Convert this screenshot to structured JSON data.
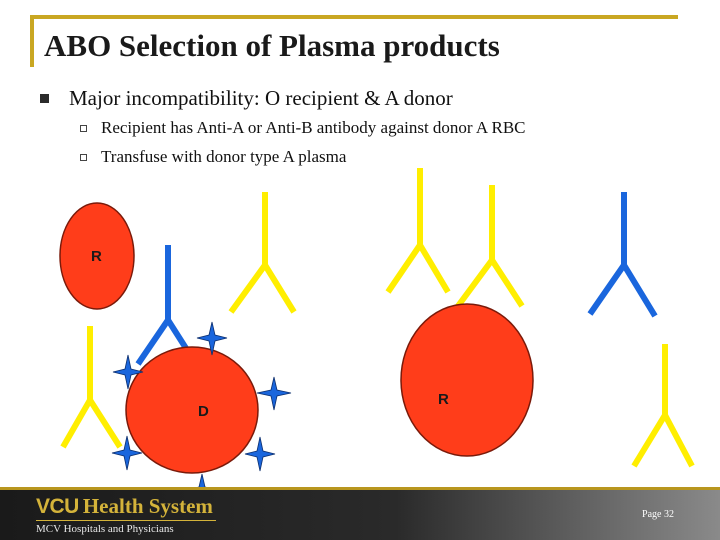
{
  "slide": {
    "title": "ABO Selection of Plasma products",
    "bullets": [
      {
        "text": "Major incompatibility: O recipient & A donor",
        "sub": [
          "Recipient has Anti-A  or Anti-B antibody against donor A RBC",
          "Transfuse with donor type A plasma"
        ]
      }
    ]
  },
  "diagram": {
    "cells": [
      {
        "label": "R",
        "fill": "#ff3d1a"
      },
      {
        "label": "D",
        "fill": "#ff3d1a"
      },
      {
        "label": "R",
        "fill": "#ff3d1a"
      }
    ],
    "antibody_colors": {
      "anti_a": "#ffee00",
      "anti_b": "#1a66dd"
    },
    "antigen_color": "#1a66dd"
  },
  "footer": {
    "logo_primary": "VCU",
    "logo_secondary": "Health System",
    "logo_sub": "MCV Hospitals and Physicians",
    "page_label": "Page 32"
  }
}
